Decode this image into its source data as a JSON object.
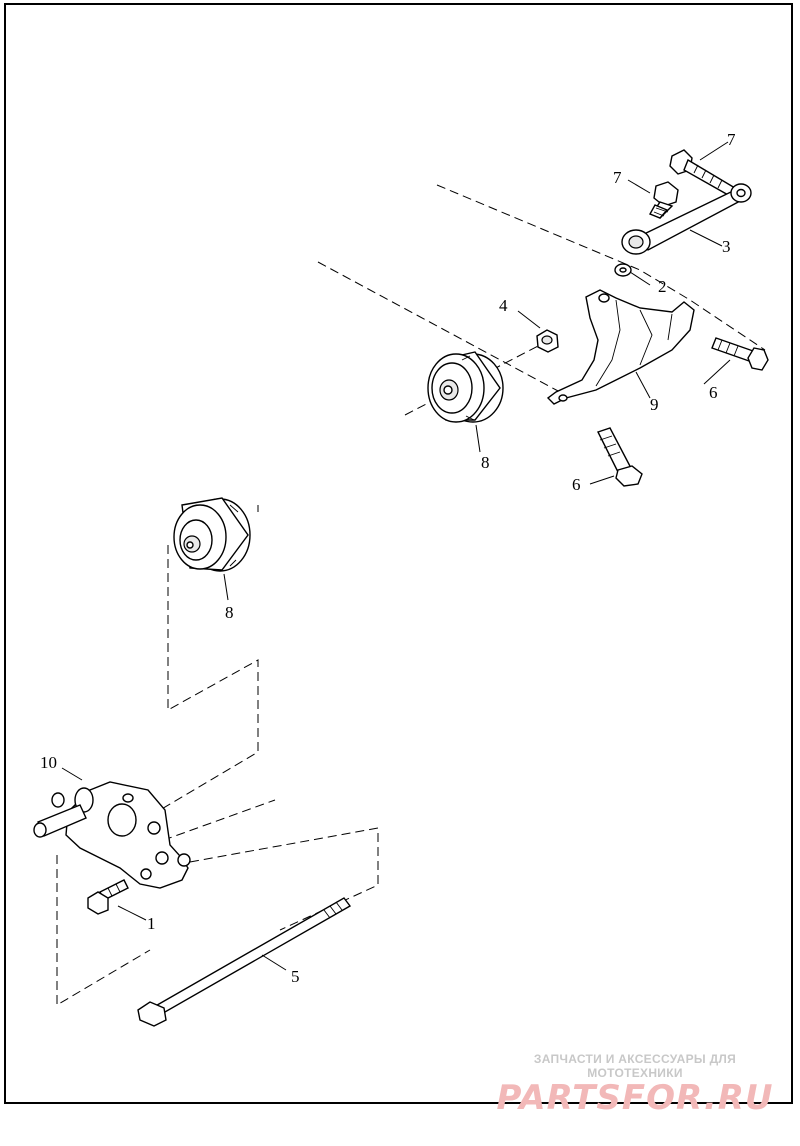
{
  "callouts": {
    "c1": "1",
    "c2": "2",
    "c3": "3",
    "c4": "4",
    "c5": "5",
    "c6a": "6",
    "c6b": "6",
    "c7a": "7",
    "c7b": "7",
    "c8a": "8",
    "c8b": "8",
    "c9": "9",
    "c10": "10"
  },
  "watermark": {
    "tagline": "ЗАПЧАСТИ И АКСЕССУАРЫ ДЛЯ МОТОТЕХНИКИ",
    "logo": "PARTSFOR.RU"
  },
  "colors": {
    "line": "#000000",
    "watermark_text": "#c8c8c8",
    "watermark_logo": "#f2b8b8"
  }
}
